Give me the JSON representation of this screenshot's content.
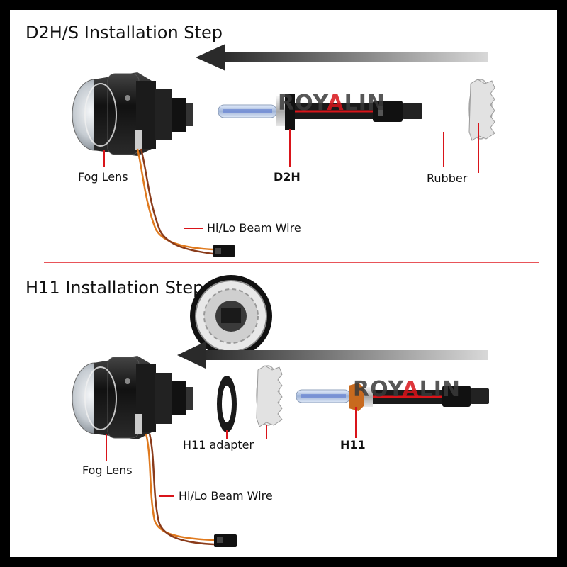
{
  "top_section": {
    "title": "D2H/S Installation Step",
    "labels": {
      "fog_lens": "Fog Lens",
      "bulb": "D2H",
      "rubber": "Rubber",
      "wire": "Hi/Lo Beam Wire"
    }
  },
  "bottom_section": {
    "title": "H11 Installation Step",
    "labels": {
      "fog_lens": "Fog Lens",
      "adapter": "H11 adapter",
      "bulb": "H11",
      "wire": "Hi/Lo Beam Wire"
    }
  },
  "brand": {
    "prefix": "ROY",
    "accent": "A",
    "suffix": "LIN"
  },
  "colors": {
    "accent_red": "#d9141a",
    "divider_red": "#e11b22",
    "arrow_dark": "#333333",
    "wire_orange": "#e07a1e"
  }
}
